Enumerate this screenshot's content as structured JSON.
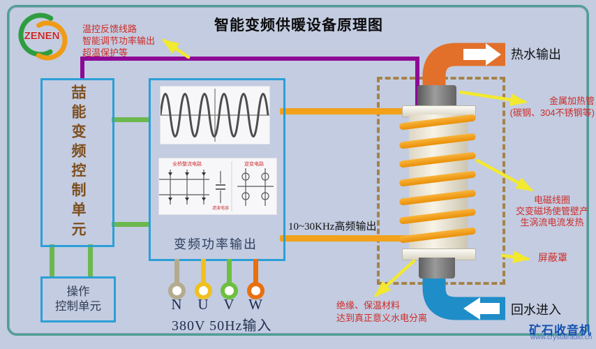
{
  "header": {
    "title": "智能变频供暖设备原理图",
    "logo_text": "ZENEN"
  },
  "annotations": {
    "feedback_1": "温控反馈线路",
    "feedback_2": "智能调节功率输出",
    "feedback_3": "超温保护等",
    "hf_output": "10~30KHz高频输出",
    "hot_water": "热水输出",
    "return_water": "回水进入",
    "metal_tube_1": "金属加热管",
    "metal_tube_2": "(碳钢、304不锈钢等)",
    "coil_1": "电磁线圈",
    "coil_2": "交变磁场使管壁产",
    "coil_3": "生涡流电流发热",
    "shield": "屏蔽罩",
    "insulation_1": "绝缘、保温材料",
    "insulation_2": "达到真正意义水电分离"
  },
  "blocks": {
    "control_unit": "喆能变频控制单元",
    "operation_unit_1": "操作",
    "operation_unit_2": "控制单元",
    "power_output": "变频功率输出",
    "rectifier_title": "全桥整流电路",
    "inverter_title": "逆变电路",
    "capacitor_label": "滤波电容"
  },
  "terminals": {
    "items": [
      {
        "label": "N",
        "color": "#b4ab8e"
      },
      {
        "label": "U",
        "color": "#f0c020"
      },
      {
        "label": "V",
        "color": "#6ebf40"
      },
      {
        "label": "W",
        "color": "#e8700e"
      }
    ],
    "input_label": "380V  50Hz输入"
  },
  "watermark": {
    "name": "矿石收音机",
    "url": "www.crystalradio.cn"
  },
  "colors": {
    "background": "#c3cce1",
    "frame": "#4f9e94",
    "box_border": "#2b9fd8",
    "purple_line": "#8e0a96",
    "green_line": "#6cb84e",
    "orange_line": "#f2a118",
    "hot_pipe": "#e2702a",
    "cold_pipe": "#1e8dc8",
    "shield_dash": "#a5824a",
    "annotation_red": "#cf2b26",
    "arrow_yellow": "#f2e930",
    "control_text": "#7d4f1f",
    "logo_green": "#2f9d3f",
    "logo_orange": "#ef9b16",
    "logo_red": "#c32727",
    "watermark_blue": "#1450b0"
  }
}
